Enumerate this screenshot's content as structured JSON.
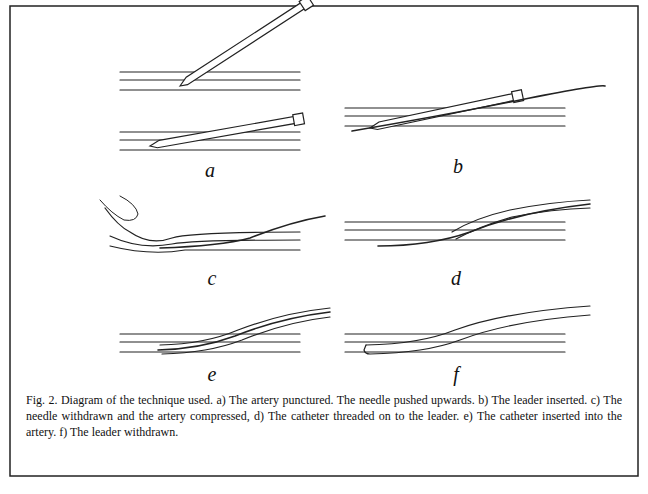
{
  "diagram": {
    "caption": "Fig. 2. Diagram of the technique used. a) The artery punctured. The needle pushed upwards. b) The leader inserted. c) The needle withdrawn and the artery compressed, d) The catheter threaded on to the leader. e) The catheter inserted into the artery. f) The leader withdrawn.",
    "labels": [
      "a",
      "b",
      "c",
      "d",
      "e",
      "f"
    ]
  }
}
